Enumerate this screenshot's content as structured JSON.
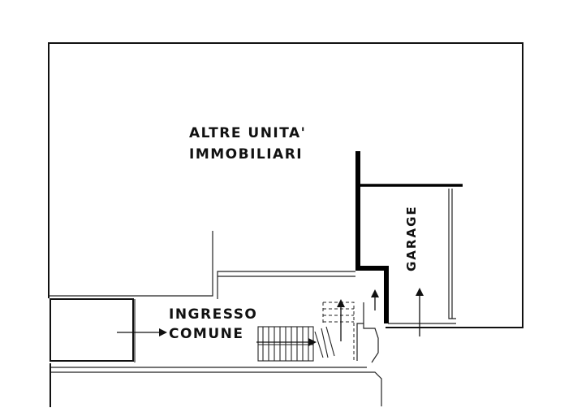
{
  "plan": {
    "labels": {
      "other_units_line1": "ALTRE UNITA'",
      "other_units_line2": "IMMOBILIARI",
      "garage": "GARAGE",
      "entrance_line1": "INGRESSO",
      "entrance_line2": "COMUNE"
    }
  }
}
